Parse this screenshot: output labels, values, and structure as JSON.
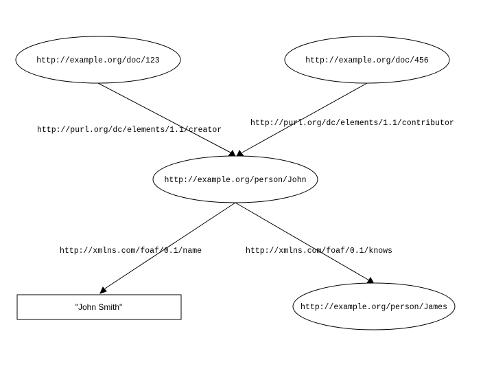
{
  "graph": {
    "nodes": {
      "doc123": {
        "label": "http://example.org/doc/123",
        "shape": "ellipse"
      },
      "doc456": {
        "label": "http://example.org/doc/456",
        "shape": "ellipse"
      },
      "john": {
        "label": "http://example.org/person/John",
        "shape": "ellipse"
      },
      "johnSmith": {
        "label": "\"John Smith\"",
        "shape": "box"
      },
      "james": {
        "label": "http://example.org/person/James",
        "shape": "ellipse"
      }
    },
    "edges": {
      "creator": {
        "from": "doc123",
        "to": "john",
        "label": "http://purl.org/dc/elements/1.1/creator"
      },
      "contributor": {
        "from": "doc456",
        "to": "john",
        "label": "http://purl.org/dc/elements/1.1/contributor"
      },
      "name": {
        "from": "john",
        "to": "johnSmith",
        "label": "http://xmlns.com/foaf/0.1/name"
      },
      "knows": {
        "from": "john",
        "to": "james",
        "label": "http://xmlns.com/foaf/0.1/knows"
      }
    }
  },
  "colors": {
    "stroke": "#000000",
    "fill": "#ffffff",
    "background": "#ffffff"
  }
}
